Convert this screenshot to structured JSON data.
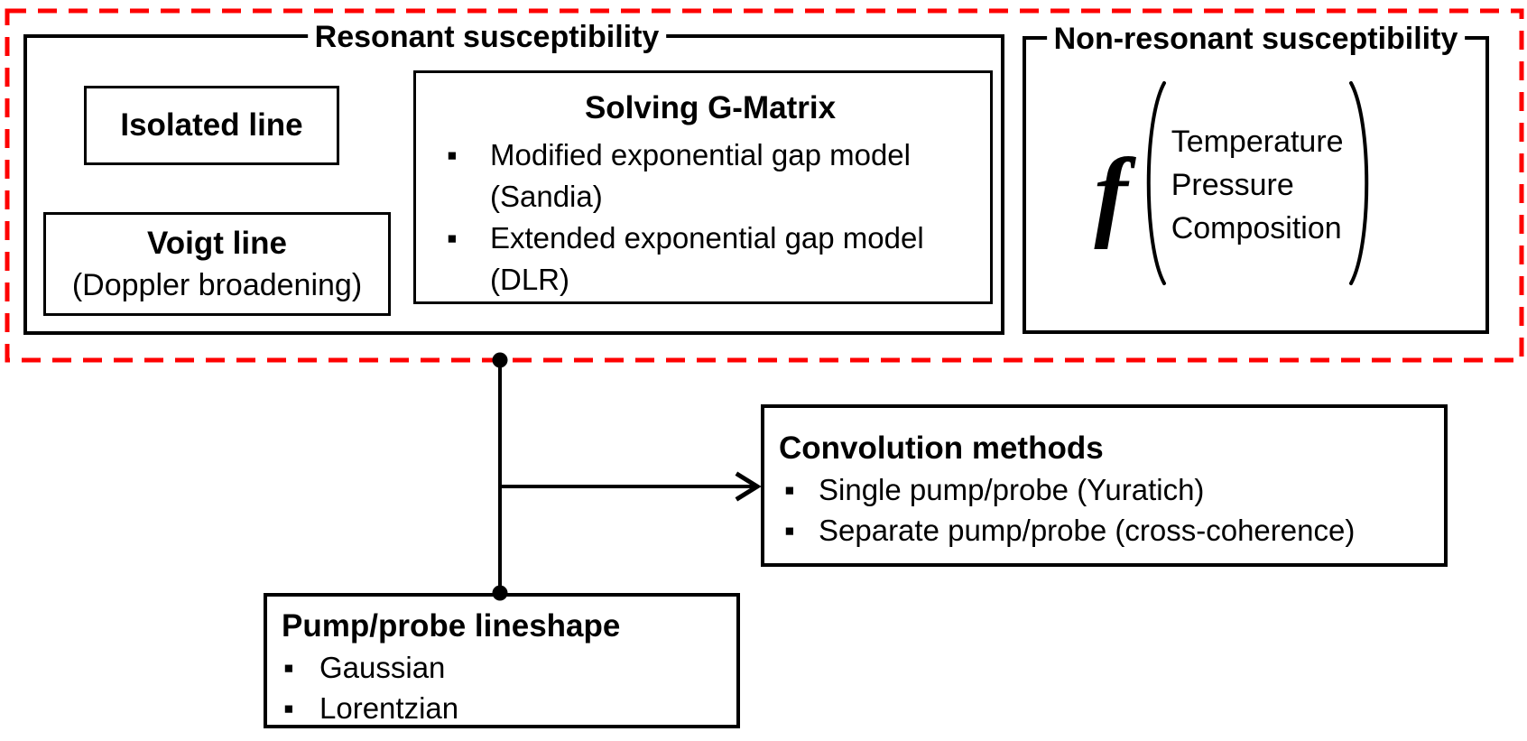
{
  "colors": {
    "accent_red": "#fe0000",
    "ink": "#000000"
  },
  "icons": {
    "bullet": "▪"
  },
  "susceptibility_group": {
    "resonant": {
      "title": "Resonant susceptibility",
      "isolated_line": {
        "title": "Isolated line"
      },
      "voigt_line": {
        "title": "Voigt line",
        "subtitle": "(Doppler broadening)"
      },
      "solving_g_matrix": {
        "title": "Solving G-Matrix",
        "items": [
          "Modified exponential gap model\n(Sandia)",
          "Extended exponential gap model\n(DLR)"
        ]
      }
    },
    "non_resonant": {
      "title": "Non-resonant susceptibility",
      "function_symbol": "f",
      "parameters": [
        "Temperature",
        "Pressure",
        "Composition"
      ]
    }
  },
  "convolution_methods": {
    "title": "Convolution methods",
    "items": [
      "Single pump/probe (Yuratich)",
      "Separate pump/probe (cross-coherence)"
    ]
  },
  "pump_probe_lineshape": {
    "title": "Pump/probe lineshape",
    "items": [
      "Gaussian",
      "Lorentzian"
    ]
  }
}
